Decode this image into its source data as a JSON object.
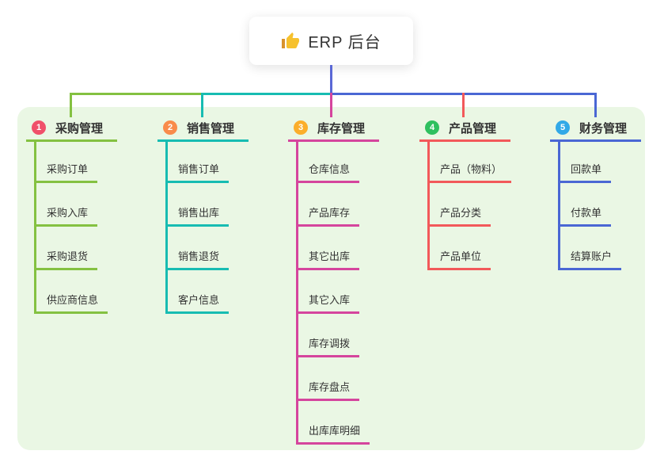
{
  "root": {
    "title": "ERP 后台",
    "icon": "thumbs-up-icon"
  },
  "branches": [
    {
      "index": "1",
      "title": "采购管理",
      "badge_color": "#f0506a",
      "line_color": "#84c141",
      "items": [
        "采购订单",
        "采购入库",
        "采购退货",
        "供应商信息"
      ]
    },
    {
      "index": "2",
      "title": "销售管理",
      "badge_color": "#f98b4b",
      "line_color": "#17bcb2",
      "items": [
        "销售订单",
        "销售出库",
        "销售退货",
        "客户信息"
      ]
    },
    {
      "index": "3",
      "title": "库存管理",
      "badge_color": "#fbae2b",
      "line_color": "#d5459d",
      "items": [
        "仓库信息",
        "产品库存",
        "其它出库",
        "其它入库",
        "库存调拨",
        "库存盘点",
        "出库库明细"
      ]
    },
    {
      "index": "4",
      "title": "产品管理",
      "badge_color": "#2fc05f",
      "line_color": "#f2595a",
      "items": [
        "产品（物料）",
        "产品分类",
        "产品单位"
      ]
    },
    {
      "index": "5",
      "title": "财务管理",
      "badge_color": "#32a9e7",
      "line_color": "#4a67d4",
      "items": [
        "回款单",
        "付款单",
        "结算账户"
      ]
    }
  ],
  "colors": {
    "root_line": "#5a68d6",
    "panel_bg": "#eaf7e4",
    "text": "#333333"
  }
}
